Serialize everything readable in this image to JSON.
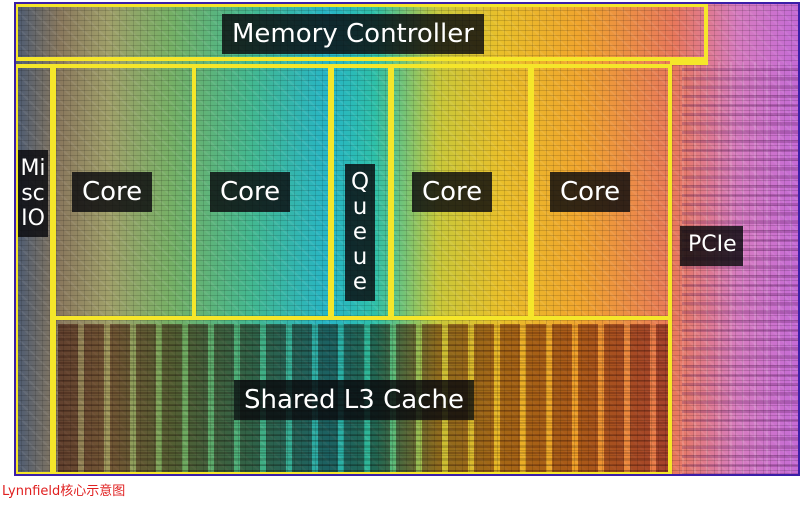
{
  "diagram": {
    "blocks": {
      "memory_controller": "Memory Controller",
      "misc_io": "Misc\nIO",
      "core_1": "Core",
      "core_2": "Core",
      "core_3": "Core",
      "core_4": "Core",
      "queue": "Queue",
      "pcie": "PCIe",
      "l3_cache": "Shared L3 Cache"
    },
    "outline_color": "#f5e62a"
  },
  "caption": "Lynnfield核心示意图"
}
